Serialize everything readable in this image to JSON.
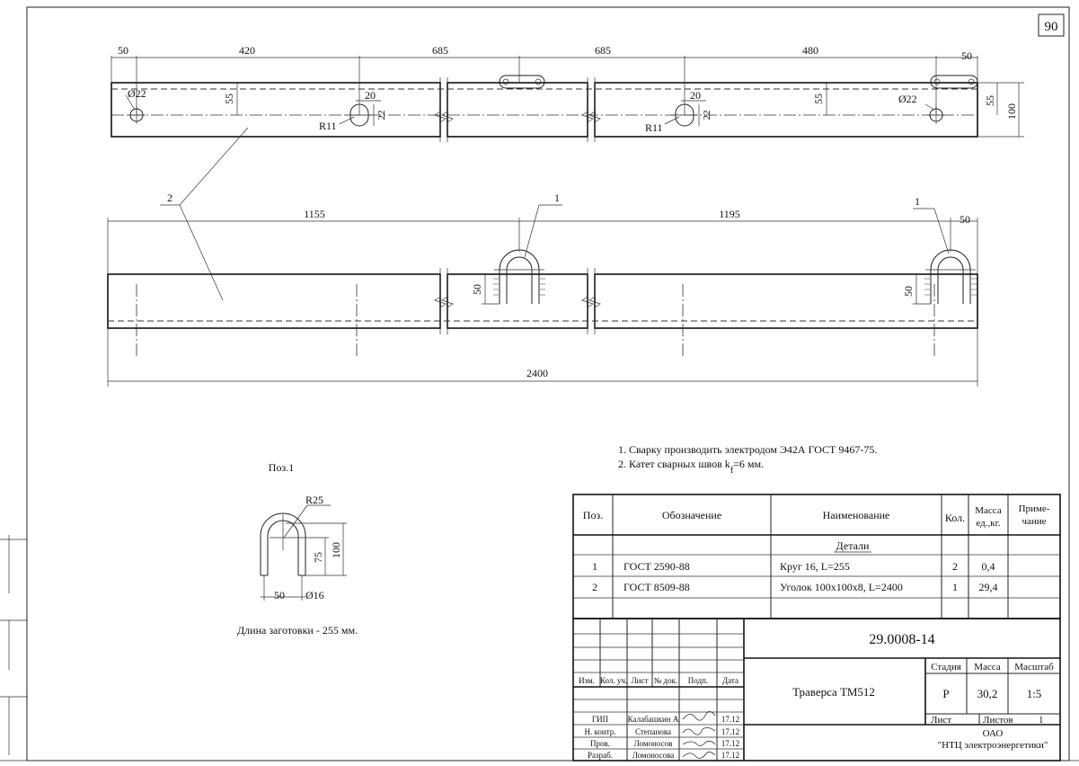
{
  "sheet_number": "90",
  "top_view": {
    "dims_top": [
      "50",
      "420",
      "685",
      "685",
      "480",
      "50"
    ],
    "hole_left": "Ø22",
    "hole_right": "Ø22",
    "dim_55_left": "55",
    "dim_55_right": "55",
    "dim_55_edge": "55",
    "dim_100": "100",
    "slot_w_left": "20",
    "slot_h_left": "22",
    "slot_r_left": "R11",
    "slot_w_right": "20",
    "slot_h_right": "22",
    "slot_r_right": "R11"
  },
  "front_view": {
    "pos2_label": "2",
    "pos1_label_a": "1",
    "pos1_label_b": "1",
    "dim_1155": "1155",
    "dim_1195": "1195",
    "dim_50_top": "50",
    "dim_50_left": "50",
    "dim_50_right": "50",
    "dim_2400": "2400"
  },
  "part_detail": {
    "title": "Поз.1",
    "r25": "R25",
    "dim_75": "75",
    "dim_100": "100",
    "dim_50": "50",
    "d16": "Ø16",
    "blank_length": "Длина заготовки - 255 мм."
  },
  "notes": {
    "note1": "1. Сварку производить электродом Э42А ГОСТ 9467-75.",
    "note2_prefix": "2. Катет сварных швов k",
    "note2_sub": "f",
    "note2_suffix": "=6 мм."
  },
  "spec_table": {
    "headers": {
      "pos": "Поз.",
      "designation": "Обозначение",
      "name": "Наименование",
      "qty": "Кол.",
      "mass_line1": "Масса",
      "mass_line2": "ед.,кг.",
      "note_line1": "Приме-",
      "note_line2": "чание"
    },
    "section": "Детали",
    "rows": [
      {
        "pos": "1",
        "designation": "ГОСТ 2590-88",
        "name": "Круг 16, L=255",
        "qty": "2",
        "mass": "0,4"
      },
      {
        "pos": "2",
        "designation": "ГОСТ 8509-88",
        "name": "Уголок 100х100х8,  L=2400",
        "qty": "1",
        "mass": "29,4"
      }
    ]
  },
  "title_block": {
    "doc_number": "29.0008-14",
    "product_name": "Траверса ТМ512",
    "col_headers": [
      "Изм.",
      "Кол. уч.",
      "Лист",
      "№ док.",
      "Подп.",
      "Дата"
    ],
    "stage_label": "Стадия",
    "mass_label": "Масса",
    "scale_label": "Масштаб",
    "stage": "Р",
    "mass": "30,2",
    "scale": "1:5",
    "sheet_label": "Лист",
    "sheets_label": "Листов",
    "sheets": "1",
    "org_line1": "ОАО",
    "org_line2": "\"НТЦ электроэнергетики\"",
    "people": [
      {
        "role": "ГИП",
        "name": "Калабашкин А",
        "date": "17.12"
      },
      {
        "role": "Н. контр.",
        "name": "Степанова",
        "date": "17.12"
      },
      {
        "role": "Пров.",
        "name": "Ломоносов",
        "date": "17.12"
      },
      {
        "role": "Разраб.",
        "name": "Ломоносова",
        "date": "17.12"
      }
    ]
  }
}
